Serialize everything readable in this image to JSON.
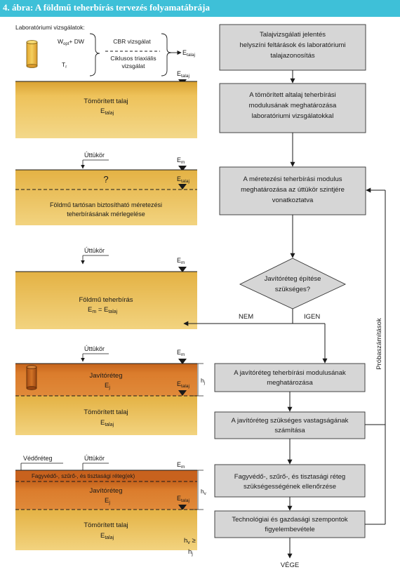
{
  "banner": {
    "title": "4. ábra: A földmű teherbírás tervezés folyamatábrája"
  },
  "left": {
    "lab_title": "Laboratóriumi vizsgálatok:",
    "w_main": "W",
    "w_sub": "opt",
    "w_rest": "+ DW",
    "tr_main": "T",
    "tr_sub": "r",
    "cbr": "CBR vizsgálat",
    "cyc1": "Ciklusos triaxiális",
    "cyc2": "vizsgálat",
    "e_main": "E",
    "e_sub": "talaj",
    "layer1_line1": "Tömörített talaj",
    "e_talaj_main": "E",
    "e_talaj_sub": "talaj",
    "uttukor": "Úttükör",
    "em_main": "E",
    "em_sub": "m",
    "question": "?",
    "layer2_line1": "Földmű tartósan biztosítható méretezési",
    "layer2_line2": "teherbírásának mérlegelése",
    "layer3_line1": "Földmű teherbírás",
    "layer3_eq": "E = E",
    "javito": "Javítóréteg",
    "ej_main": "E",
    "ej_sub": "j",
    "hj_main": "h",
    "hj_sub": "j",
    "vedo": "Védőréteg",
    "fagyvedo": "Fagyvédő-, szűrő-, és tisztasági réteg(ek)",
    "hv_main": "h",
    "hv_sub": "v",
    "ge": "≥"
  },
  "flow": {
    "box1": [
      "Talajvizsgálati jelentés",
      "helyszíni feltárások és laboratóriumi",
      "talajazonosítás"
    ],
    "box2": [
      "A tömörített altalaj teherbírási",
      "modulusának meghatározása",
      "laboratóriumi vizsgálatokkal"
    ],
    "box3": [
      "A méretezési teherbírási modulus",
      "meghatározása az úttükör szintjére",
      "vonatkoztatva"
    ],
    "diamond": [
      "Javítóréteg építése",
      "szükséges?"
    ],
    "nem": "NEM",
    "igen": "IGEN",
    "box4": [
      "A javítóréteg teherbírási modulusának",
      "meghatározása"
    ],
    "box5": [
      "A javítóréteg szükséges vastagságának",
      "számítása"
    ],
    "box6": [
      "Fagyvédő-, szűrő-, és tisztasági réteg",
      "szükségességének ellenőrzése"
    ],
    "box7": [
      "Technológiai és gazdasági szempontok",
      "figyelembevétele"
    ],
    "proba": "Próbaszámítások",
    "vege": "VÉGE"
  },
  "colors": {
    "banner": "#3ec0d8",
    "soil": "#e9b94a",
    "javito": "#d9782a",
    "box": "#d6d6d6"
  }
}
